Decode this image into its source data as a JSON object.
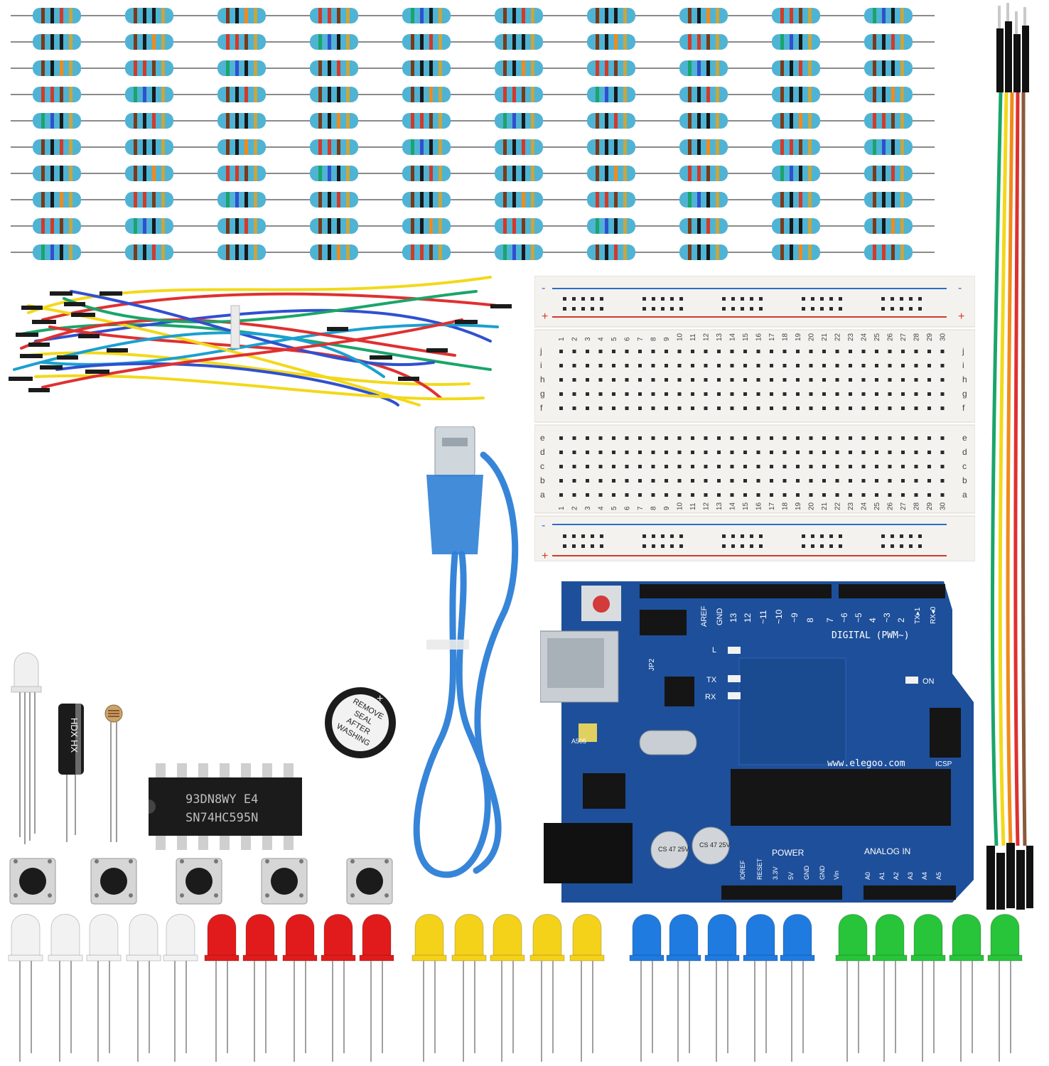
{
  "colors": {
    "resistor_body": "#4fb3d4",
    "breadboard": "#f4f2ee",
    "rail_blue": "#2a6fc9",
    "rail_red": "#d23a2a",
    "board_blue": "#1e4f9a",
    "cable_blue": "#2d7fd6",
    "led_red": "#e11b1b",
    "led_yellow": "#f5d21a",
    "led_blue": "#1f7be0",
    "led_green": "#28c43a",
    "led_white": "#f2f2f2"
  },
  "breadboard": {
    "rail_minus": "-",
    "rail_plus": "+",
    "upper_rows": [
      "j",
      "i",
      "h",
      "g",
      "f"
    ],
    "lower_rows": [
      "e",
      "d",
      "c",
      "b",
      "a"
    ]
  },
  "uno": {
    "aref": "AREF",
    "gnd": "GND",
    "pin_13": "13",
    "pin_12": "12",
    "pin_11": "~11",
    "pin_10": "~10",
    "pin_9": "~9",
    "pin_8": "8",
    "pin_7": "7",
    "pin_6": "~6",
    "pin_5": "~5",
    "pin_4": "4",
    "pin_3": "~3",
    "pin_2": "2",
    "pin_1": "TX▸1",
    "pin_0": "RX◂0",
    "digital": "DIGITAL (PWM~)",
    "led_l": "L",
    "led_tx": "TX",
    "led_rx": "RX",
    "led_on": "ON",
    "jp2": "JP2",
    "icsp": "ICSP",
    "brand": "www.elegoo.com",
    "a505": "A505",
    "cap1": "CS 47 25V",
    "cap2": "CS 47 25V",
    "power": "POWER",
    "ioref": "IOREF",
    "reset": "RESET",
    "v33": "3.3V",
    "v5": "5V",
    "gnd1": "GND",
    "gnd2": "GND",
    "vin": "Vin",
    "analog": "ANALOG IN",
    "a0": "A0",
    "a1": "A1",
    "a2": "A2",
    "a3": "A3",
    "a4": "A4",
    "a5": "A5"
  },
  "chip": {
    "line1": "93DN8WY E4",
    "line2": "SN74HC595N"
  },
  "capacitor": {
    "label": "HDX HX"
  },
  "buzzer": {
    "line1": "REMOVE",
    "line2": "SEAL",
    "line3": "AFTER",
    "line4": "WASHING"
  }
}
